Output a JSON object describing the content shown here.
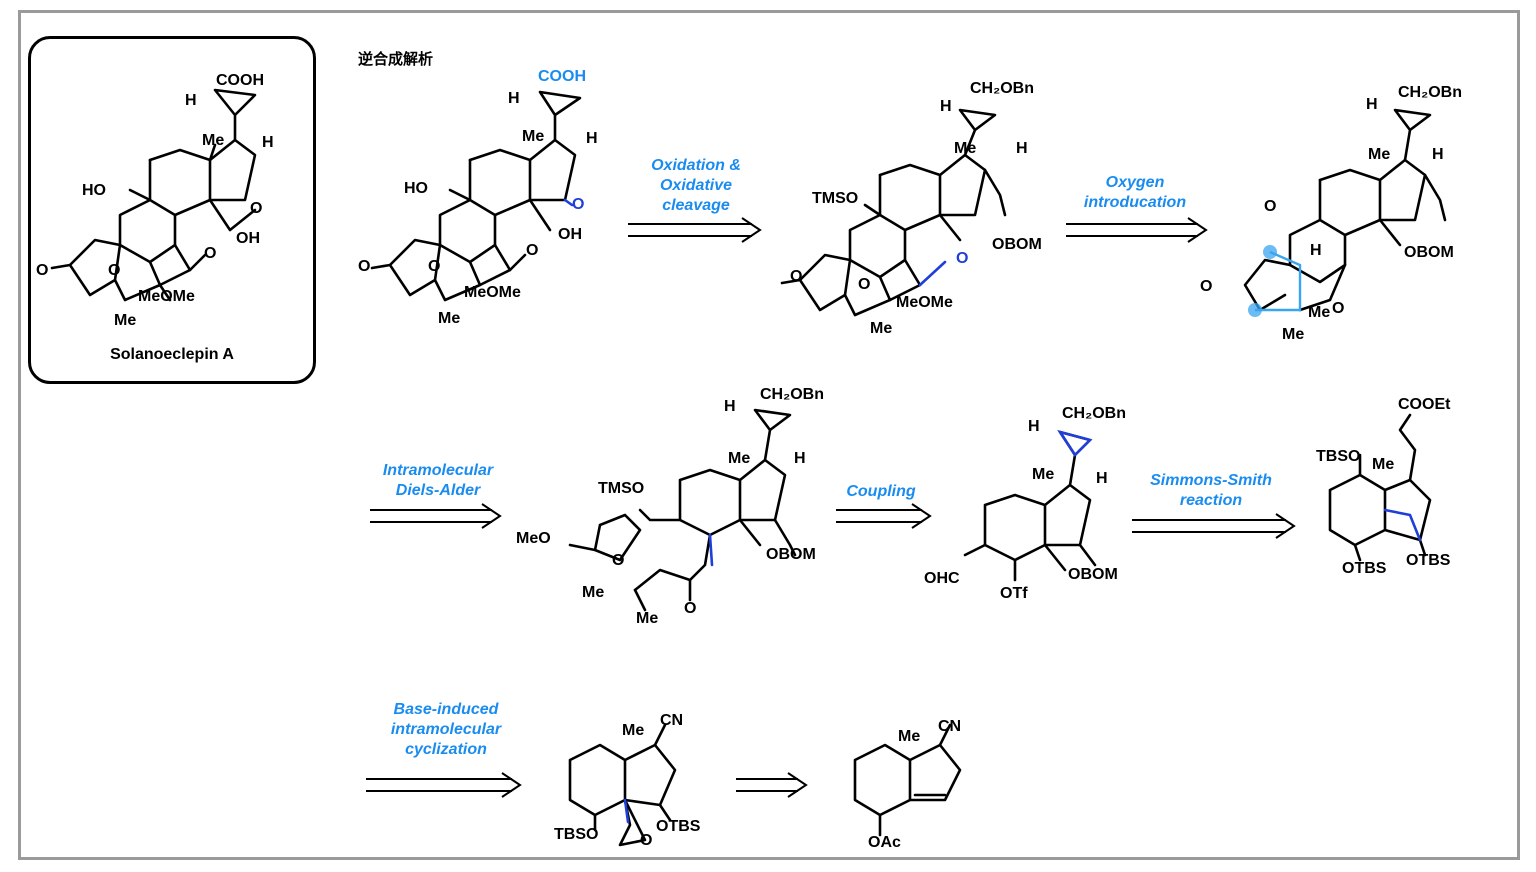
{
  "heading": "逆合成解析",
  "target": {
    "name": "Solanoeclepin A"
  },
  "steps": {
    "s1": "Oxidation &\nOxidative\ncleavage",
    "s2": "Oxygen\nintroducation",
    "s3": "Intramolecular\nDiels-Alder",
    "s4": "Coupling",
    "s5": "Simmons-Smith\nreaction",
    "s6": "Base-induced\nintramolecular\ncyclization"
  },
  "labels": {
    "cooh": "COOH",
    "h": "H",
    "me": "Me",
    "ho": "HO",
    "oh": "OH",
    "o": "O",
    "ome": "OMe",
    "meome": "MeOMe",
    "ch2obn": "CH₂OBn",
    "tmso": "TMSO",
    "obom": "OBOM",
    "meo": "MeO",
    "ohc": "OHC",
    "otf": "OTf",
    "cooet": "COOEt",
    "tbso": "TBSO",
    "otbs": "OTBS",
    "cn": "CN",
    "oac": "OAc"
  },
  "colors": {
    "frame": "#9a9a9a",
    "step_text": "#1a8cf0",
    "highlight_bond": "#1f3fd8",
    "highlight_atom": "#39a4f0"
  }
}
